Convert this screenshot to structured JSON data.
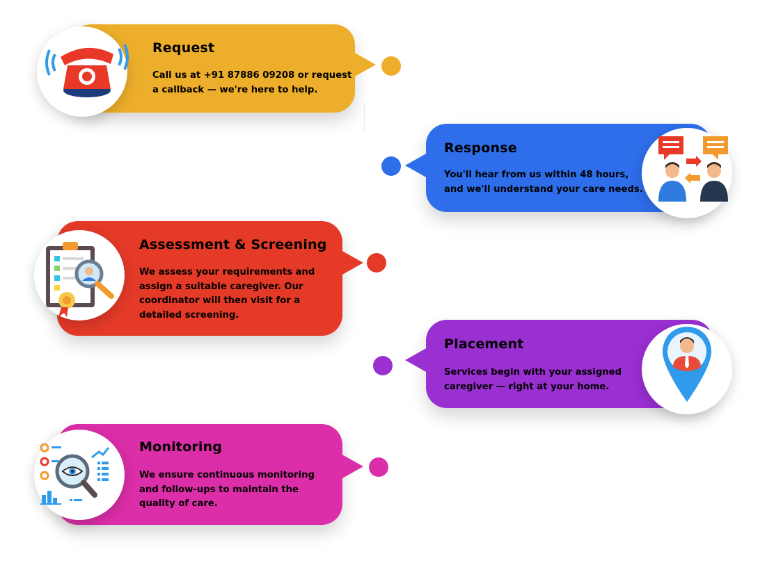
{
  "steps": [
    {
      "id": "request",
      "title": "Request",
      "desc": "Call us at +91 87886 09208 or request\na callback — we're here to help.",
      "color": "#EDAE2B",
      "icon": "telephone-icon"
    },
    {
      "id": "response",
      "title": "Response",
      "desc": "You'll hear from us within 48 hours,\nand we'll understand your care needs.",
      "color": "#2E6EEA",
      "icon": "conversation-icon"
    },
    {
      "id": "assessment",
      "title": "Assessment & Screening",
      "desc": " We assess your requirements and\nassign a suitable caregiver. Our\ncoordinator will then visit for a\ndetailed screening.",
      "color": "#E43A27",
      "icon": "clipboard-search-icon"
    },
    {
      "id": "placement",
      "title": "Placement",
      "desc": "Services begin with your assigned\ncaregiver — right at your home.",
      "color": "#9A2FD2",
      "icon": "location-person-icon"
    },
    {
      "id": "monitoring",
      "title": "Monitoring",
      "desc": "We ensure continuous monitoring\nand follow-ups to maintain the\nquality of care.",
      "color": "#DB2EA8",
      "icon": "analytics-magnifier-icon"
    }
  ]
}
